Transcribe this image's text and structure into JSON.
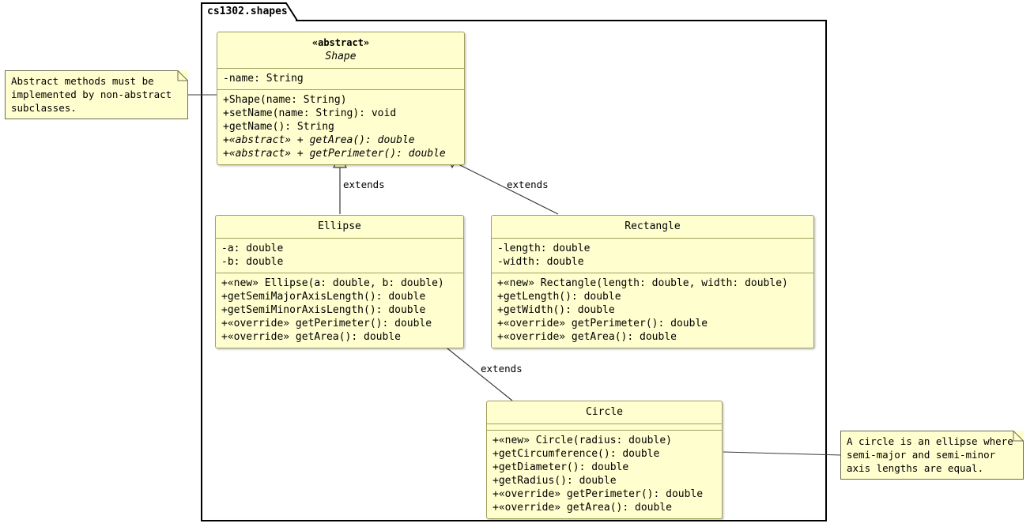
{
  "diagram": {
    "kind": "uml-class-diagram",
    "package": {
      "label": "cs1302.shapes"
    },
    "colors": {
      "class_fill": "#FEFECE",
      "class_border": "#A0A060",
      "frame_border": "#000000",
      "line": "#3A3A3A",
      "text": "#000000"
    },
    "classes": [
      {
        "id": "shape",
        "stereotype": "«abstract»",
        "name": "Shape",
        "name_italic": true,
        "attributes": [
          "-name: String"
        ],
        "methods": [
          {
            "text": "+Shape(name: String)",
            "italic": false
          },
          {
            "text": "+setName(name: String): void",
            "italic": false
          },
          {
            "text": "+getName(): String",
            "italic": false
          },
          {
            "text": "+«abstract» + getArea(): double",
            "italic": true
          },
          {
            "text": "+«abstract» + getPerimeter(): double",
            "italic": true
          }
        ]
      },
      {
        "id": "ellipse",
        "stereotype": "",
        "name": "Ellipse",
        "name_italic": false,
        "attributes": [
          "-a: double",
          "-b: double"
        ],
        "methods": [
          {
            "text": "+«new» Ellipse(a: double, b: double)",
            "italic": false
          },
          {
            "text": "+getSemiMajorAxisLength(): double",
            "italic": false
          },
          {
            "text": "+getSemiMinorAxisLength(): double",
            "italic": false
          },
          {
            "text": "+«override» getPerimeter(): double",
            "italic": false
          },
          {
            "text": "+«override» getArea(): double",
            "italic": false
          }
        ]
      },
      {
        "id": "rectangle",
        "stereotype": "",
        "name": "Rectangle",
        "name_italic": false,
        "attributes": [
          "-length: double",
          "-width: double"
        ],
        "methods": [
          {
            "text": "+«new» Rectangle(length: double, width: double)",
            "italic": false
          },
          {
            "text": "+getLength(): double",
            "italic": false
          },
          {
            "text": "+getWidth(): double",
            "italic": false
          },
          {
            "text": "+«override» getPerimeter(): double",
            "italic": false
          },
          {
            "text": "+«override» getArea(): double",
            "italic": false
          }
        ]
      },
      {
        "id": "circle",
        "stereotype": "",
        "name": "Circle",
        "name_italic": false,
        "attributes": [],
        "methods": [
          {
            "text": "+«new» Circle(radius: double)",
            "italic": false
          },
          {
            "text": "+getCircumference(): double",
            "italic": false
          },
          {
            "text": "+getDiameter(): double",
            "italic": false
          },
          {
            "text": "+getRadius(): double",
            "italic": false
          },
          {
            "text": "+«override» getPerimeter(): double",
            "italic": false
          },
          {
            "text": "+«override» getArea(): double",
            "italic": false
          }
        ]
      }
    ],
    "relationships": [
      {
        "id": "ellipse-extends-shape",
        "from": "Ellipse",
        "to": "Shape",
        "label": "extends",
        "type": "generalization"
      },
      {
        "id": "rectangle-extends-shape",
        "from": "Rectangle",
        "to": "Shape",
        "label": "extends",
        "type": "generalization"
      },
      {
        "id": "circle-extends-ellipse",
        "from": "Circle",
        "to": "Ellipse",
        "label": "extends",
        "type": "generalization"
      }
    ],
    "notes": [
      {
        "id": "note-abstract",
        "lines": "Abstract methods must be\nimplemented by non-abstract\nsubclasses.",
        "attached_to": "Shape"
      },
      {
        "id": "note-circle",
        "lines": "A circle is an ellipse where\nsemi-major and semi-minor\naxis lengths are equal.",
        "attached_to": "Circle"
      }
    ]
  }
}
